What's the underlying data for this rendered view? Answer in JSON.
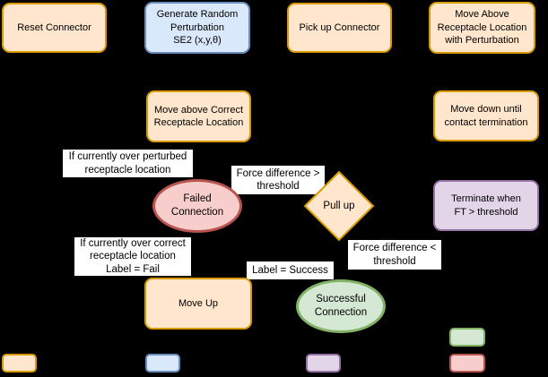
{
  "colors": {
    "background": "#000000",
    "orange_fill": "#FFE6CC",
    "orange_stroke": "#D79B00",
    "blue_fill": "#DAE8FC",
    "blue_stroke": "#6C8EBF",
    "green_fill": "#D5E8D4",
    "green_stroke": "#82B366",
    "pink_fill": "#F8CECC",
    "pink_stroke": "#B85450",
    "purple_fill": "#E1D5E7",
    "purple_stroke": "#9673A6",
    "edge_label_bg": "#FFFFFF",
    "text": "#000000"
  },
  "nodes": {
    "reset_connector": {
      "lines": [
        "Reset Connector"
      ]
    },
    "generate_perturbation": {
      "lines": [
        "Generate Random",
        "Perturbation",
        "SE2 (x,y,θ)"
      ]
    },
    "pick_up_connector": {
      "lines": [
        "Pick up Connector"
      ]
    },
    "move_above_receptacle_perturbation": {
      "lines": [
        "Move Above",
        "Receptacle Location",
        "with Perturbation"
      ]
    },
    "move_above_correct": {
      "lines": [
        "Move above Correct",
        "Receptacle Location"
      ]
    },
    "move_down": {
      "lines": [
        "Move down until",
        "contact termination"
      ]
    },
    "failed_connection": {
      "lines": [
        "Failed",
        "Connection"
      ]
    },
    "pull_up": {
      "lines": [
        "Pull up"
      ]
    },
    "terminate": {
      "lines": [
        "Terminate when",
        "FT > threshold"
      ]
    },
    "move_up": {
      "lines": [
        "Move Up"
      ]
    },
    "successful_connection": {
      "lines": [
        "Successful",
        "Connection"
      ]
    }
  },
  "edge_labels": {
    "perturbed_location": {
      "lines": [
        "If currently over perturbed",
        "receptacle location"
      ]
    },
    "force_gt": {
      "lines": [
        "Force difference >",
        "threshold"
      ]
    },
    "correct_location": {
      "lines": [
        "If currently over correct",
        "receptacle location",
        "Label = Fail"
      ]
    },
    "force_lt": {
      "lines": [
        "Force difference <",
        "threshold"
      ]
    },
    "label_success": {
      "lines": [
        "Label = Success"
      ]
    }
  },
  "legend": {
    "swatches": [
      {
        "name": "orange",
        "fill": "#FFE6CC",
        "stroke": "#D79B00"
      },
      {
        "name": "blue",
        "fill": "#DAE8FC",
        "stroke": "#6C8EBF"
      },
      {
        "name": "purple",
        "fill": "#E1D5E7",
        "stroke": "#9673A6"
      },
      {
        "name": "green",
        "fill": "#D5E8D4",
        "stroke": "#82B366"
      },
      {
        "name": "red",
        "fill": "#F8CECC",
        "stroke": "#B85450"
      }
    ]
  }
}
